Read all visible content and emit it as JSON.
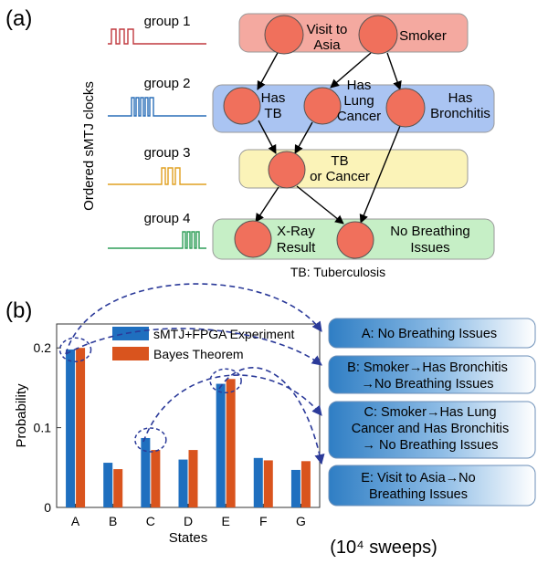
{
  "panel_a": {
    "label": "(a)",
    "side_label": "Ordered sMTJ clocks",
    "groups": [
      {
        "name": "group 1",
        "color": "#c0393f"
      },
      {
        "name": "group 2",
        "color": "#2a6fb8"
      },
      {
        "name": "group 3",
        "color": "#e0a020"
      },
      {
        "name": "group 4",
        "color": "#2e9e58"
      }
    ],
    "band_colors": [
      "#f4a9a0",
      "#aac4f2",
      "#fbf3b8",
      "#c6efc6"
    ],
    "node_color": "#f0705c",
    "nodes": {
      "visit_asia": "Visit to\nAsia",
      "smoker": "Smoker",
      "has_tb": "Has\nTB",
      "lung_cancer": "Has\nLung\nCancer",
      "bronchitis": "Has\nBronchitis",
      "tb_or_cancer": "TB\nor Cancer",
      "xray": "X-Ray\nResult",
      "no_breathing": "No Breathing\nIssues"
    },
    "footnote": "TB: Tuberculosis"
  },
  "panel_b": {
    "label": "(b)",
    "sweeps_note": "(10⁴ sweeps)",
    "boxes": [
      "A: No Breathing Issues",
      "B: Smoker→Has Bronchitis\n→No Breathing Issues",
      "C: Smoker→Has Lung\nCancer and Has Bronchitis\n→ No Breathing Issues",
      "E: Visit to Asia→No\nBreathing Issues"
    ]
  },
  "chart_data": {
    "type": "bar",
    "categories": [
      "A",
      "B",
      "C",
      "D",
      "E",
      "F",
      "G"
    ],
    "series": [
      {
        "name": "sMTJ+FPGA Experiment",
        "color": "#1f6fbf",
        "values": [
          0.198,
          0.056,
          0.087,
          0.06,
          0.155,
          0.062,
          0.047
        ]
      },
      {
        "name": "Bayes Theorem",
        "color": "#d9541e",
        "values": [
          0.2,
          0.048,
          0.072,
          0.072,
          0.161,
          0.059,
          0.058
        ]
      }
    ],
    "xlabel": "States",
    "ylabel": "Probability",
    "ylim": [
      0,
      0.23
    ],
    "yticks": [
      "0",
      "0.1",
      "0.2"
    ],
    "ytick_values": [
      0,
      0.1,
      0.2
    ],
    "highlighted": [
      "A",
      "C",
      "E"
    ],
    "legend_position": "top-right",
    "grid": false
  }
}
